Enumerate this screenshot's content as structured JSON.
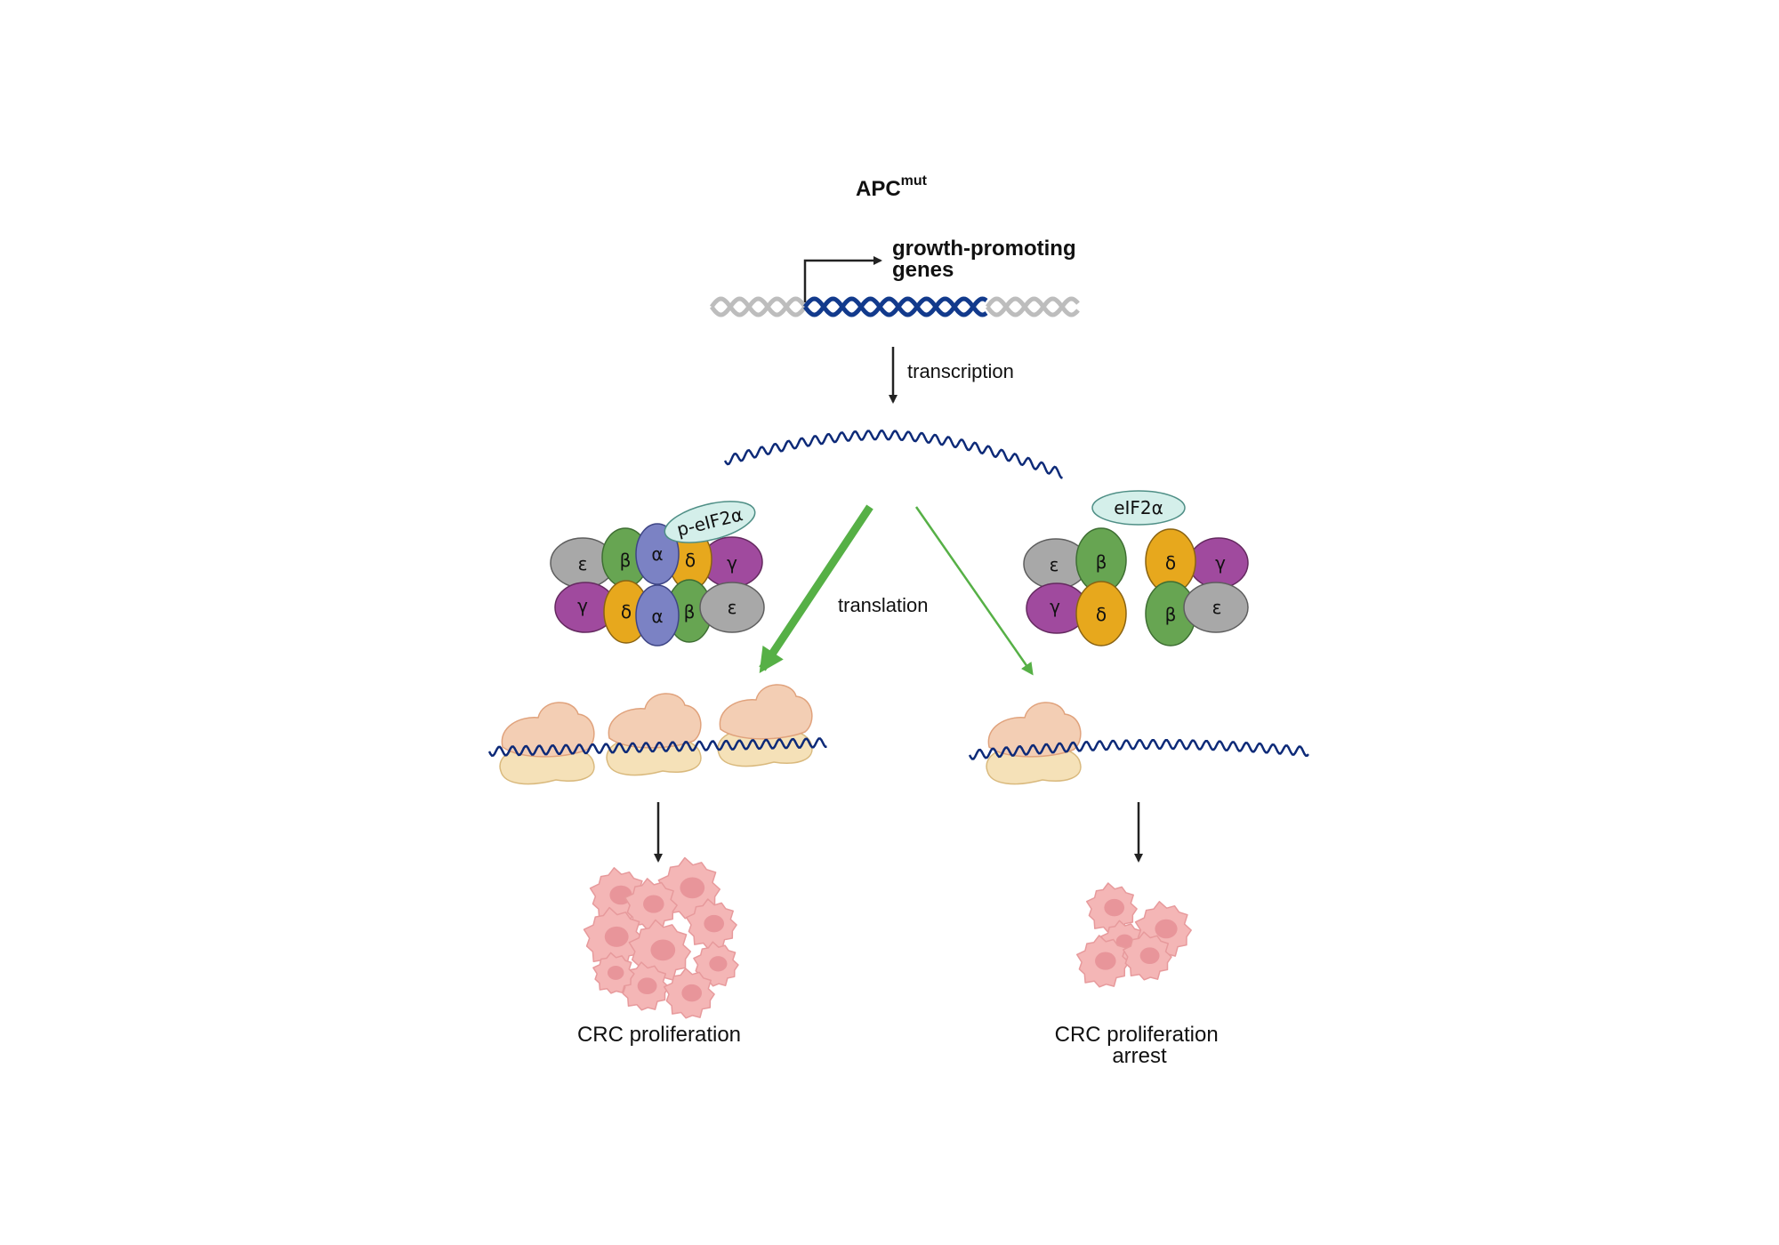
{
  "title": {
    "main": "APC",
    "superscript": "mut"
  },
  "gene_label": {
    "line1": "growth-promoting",
    "line2": "genes"
  },
  "step_transcription": "transcription",
  "step_translation": "translation",
  "complex_left": {
    "badge": "p-eIF2α",
    "subunits": [
      "ε",
      "β",
      "α",
      "δ",
      "γ",
      "γ",
      "δ",
      "α",
      "β",
      "ε"
    ]
  },
  "complex_right": {
    "badge": "eIF2α",
    "subunits": [
      "ε",
      "β",
      "γ",
      "δ",
      "δ",
      "γ",
      "β",
      "ε"
    ]
  },
  "outcome_left": {
    "line1": "CRC proliferation"
  },
  "outcome_right": {
    "line1": "CRC proliferation",
    "line2": "arrest"
  },
  "colors": {
    "dna_gray": "#bdbdbd",
    "dna_blue": "#123a8c",
    "mrna": "#0d2a78",
    "arrow_green": "#56b046",
    "epsilon": "#a8a8a8",
    "beta": "#67a552",
    "alpha": "#7b82c4",
    "delta": "#e7a81d",
    "gamma": "#a04a9e",
    "badge_fill": "#d4efea",
    "ribosome_top": "#f3ceb4",
    "ribosome_bottom": "#f5e1b8",
    "cell": "#f4b6b6",
    "nucleus": "#e58f95"
  }
}
